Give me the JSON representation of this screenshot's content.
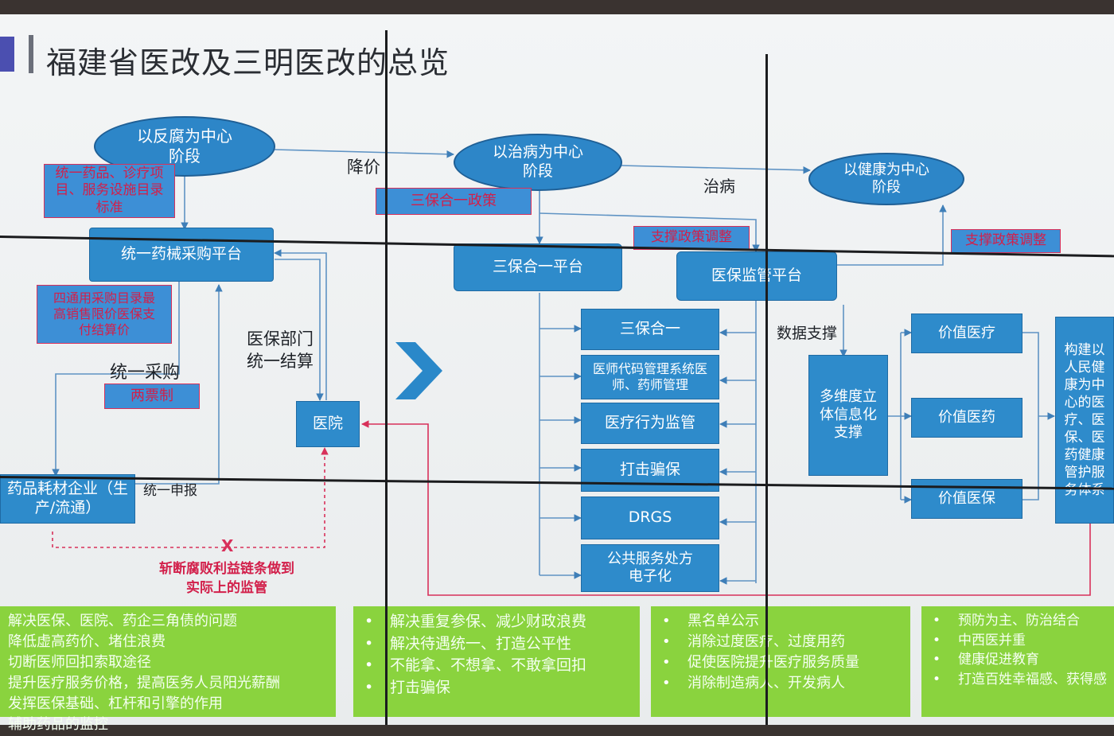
{
  "title": "福建省医改及三明医改的总览",
  "stages": {
    "anticorruption": "以反腐为中心阶段",
    "treatment": "以治病为中心阶段",
    "health": "以健康为中心阶段"
  },
  "edge_labels": {
    "price_cut": "降价",
    "treat": "治病",
    "unified_purchase": "统一采购",
    "insurance_settlement": "医保部门统一结算",
    "unified_report": "统一申报",
    "data_support": "数据支撑",
    "cut_chain": "斩断腐败利益链条做到实际上的监管",
    "x_mark": "X"
  },
  "red_boxes": {
    "unify_catalog": "统一药品、诊疗项目、服务设施目录标准",
    "four_catalog": "四通用采购目录最高销售限价医保支付结算价",
    "two_invoice": "两票制",
    "three_in_one_policy": "三保合一政策",
    "policy_adjust_1": "支撑政策调整",
    "policy_adjust_2": "支撑政策调整"
  },
  "blue_boxes": {
    "procurement_platform": "统一药械采购平台",
    "hospital": "医院",
    "enterprise": "药品耗材企业（生产/流通）",
    "three_in_one_platform": "三保合一平台",
    "supervision_platform": "医保监管平台",
    "sub_items": [
      "三保合一",
      "医师代码管理系统医师、药师管理",
      "医疗行为监管",
      "打击骗保",
      "DRGS",
      "公共服务处方电子化"
    ],
    "multi_info": "多维度立体信息化支撑",
    "value_items": [
      "价值医疗",
      "价值医药",
      "价值医保"
    ],
    "people_health": "构建以人民健康为中心的医疗、医保、医药健康管护服务体系"
  },
  "green_panels": [
    [
      "解决医保、医院、药企三角债的问题",
      "降低虚高药价、堵住浪费",
      "切断医师回扣索取途径",
      "提升医疗服务价格，提高医务人员阳光薪酬",
      "发挥医保基础、杠杆和引擎的作用",
      "辅助药品的监控"
    ],
    [
      "解决重复参保、减少财政浪费",
      "解决待遇统一、打造公平性",
      "不能拿、不想拿、不敢拿回扣",
      "打击骗保"
    ],
    [
      "黑名单公示",
      "消除过度医疗、过度用药",
      "促使医院提升医疗服务质量",
      "消除制造病人、开发病人"
    ],
    [
      "预防为主、防治结合",
      "中西医并重",
      "健康促进教育",
      "打造百姓幸福感、获得感"
    ]
  ],
  "colors": {
    "blue": "#2e8bcb",
    "red_text": "#d21f4a",
    "green": "#8ad33e",
    "arrow_red": "#d8305a"
  }
}
